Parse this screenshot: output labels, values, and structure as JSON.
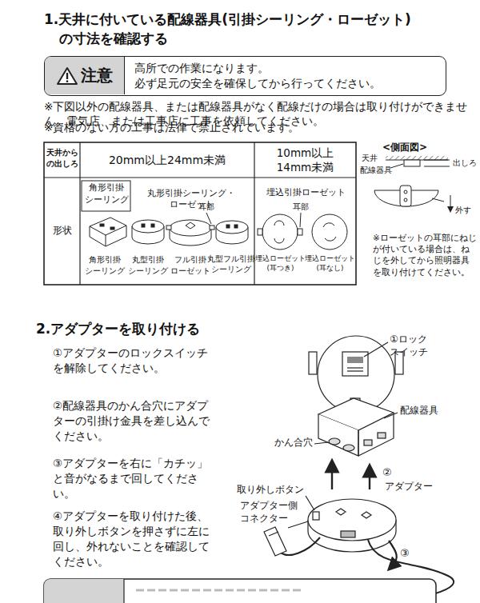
{
  "diagram": {
    "title": "1.天井に付いている配線器具(引掛シーリング・ローゼット) の寸法を確認する",
    "nodes": [
      {
        "text": [
          "高所での作業になります。 必ず足元の安全を確保してから行ってください。"
        ]
      },
      {
        "text": [
          "注意"
        ],
        "in": 0
      }
    ],
    "labels": [
      "2.アダプターを取り付ける",
      "※下図以外の配線器具、または配線器具がなく配線だけの場合は取り付けができません。電気店、または工事店に工事を依頼してください。",
      "※資格のない方の工事は法律で禁止されています。",
      "天井から の出しろ",
      "20mm以上24mm未満",
      "10mm以上 14mm未満",
      "形状",
      "角形引掛 シーリング",
      "丸形引掛シーリング・ローゼット",
      "埋込引掛ローゼット",
      "耳部",
      "耳部",
      "角形引掛 シーリング",
      "丸型引掛 シーリング",
      "フル引掛 ローゼット",
      "丸型フル引掛 シーリング",
      "埋込ローゼット (耳つき)",
      "埋込ローゼット (耳なし)",
      "<側面図>",
      "天井",
      "配線器具",
      "出しろ",
      "外す",
      "※ローゼットの耳部にねじが付いている場合は、ねじを外してから照明器具を取り付けてください。",
      "①アダプターのロックスイッチを解除してください。",
      "②配線器具のかん合穴にアダプターの引掛け金具を差し込んでください。",
      "③アダプターを右に「カチッ」と音がなるまで回してください。",
      "④アダプターを取り付けた後、取り外しボタンを押さずに左に回し、外れないことを確認してください。",
      "①ロック スイッチ",
      "配線器具",
      "かん合穴",
      "②",
      "アダプター",
      "取り外しボタン",
      "アダプター側 コネクター",
      "③"
    ]
  }
}
